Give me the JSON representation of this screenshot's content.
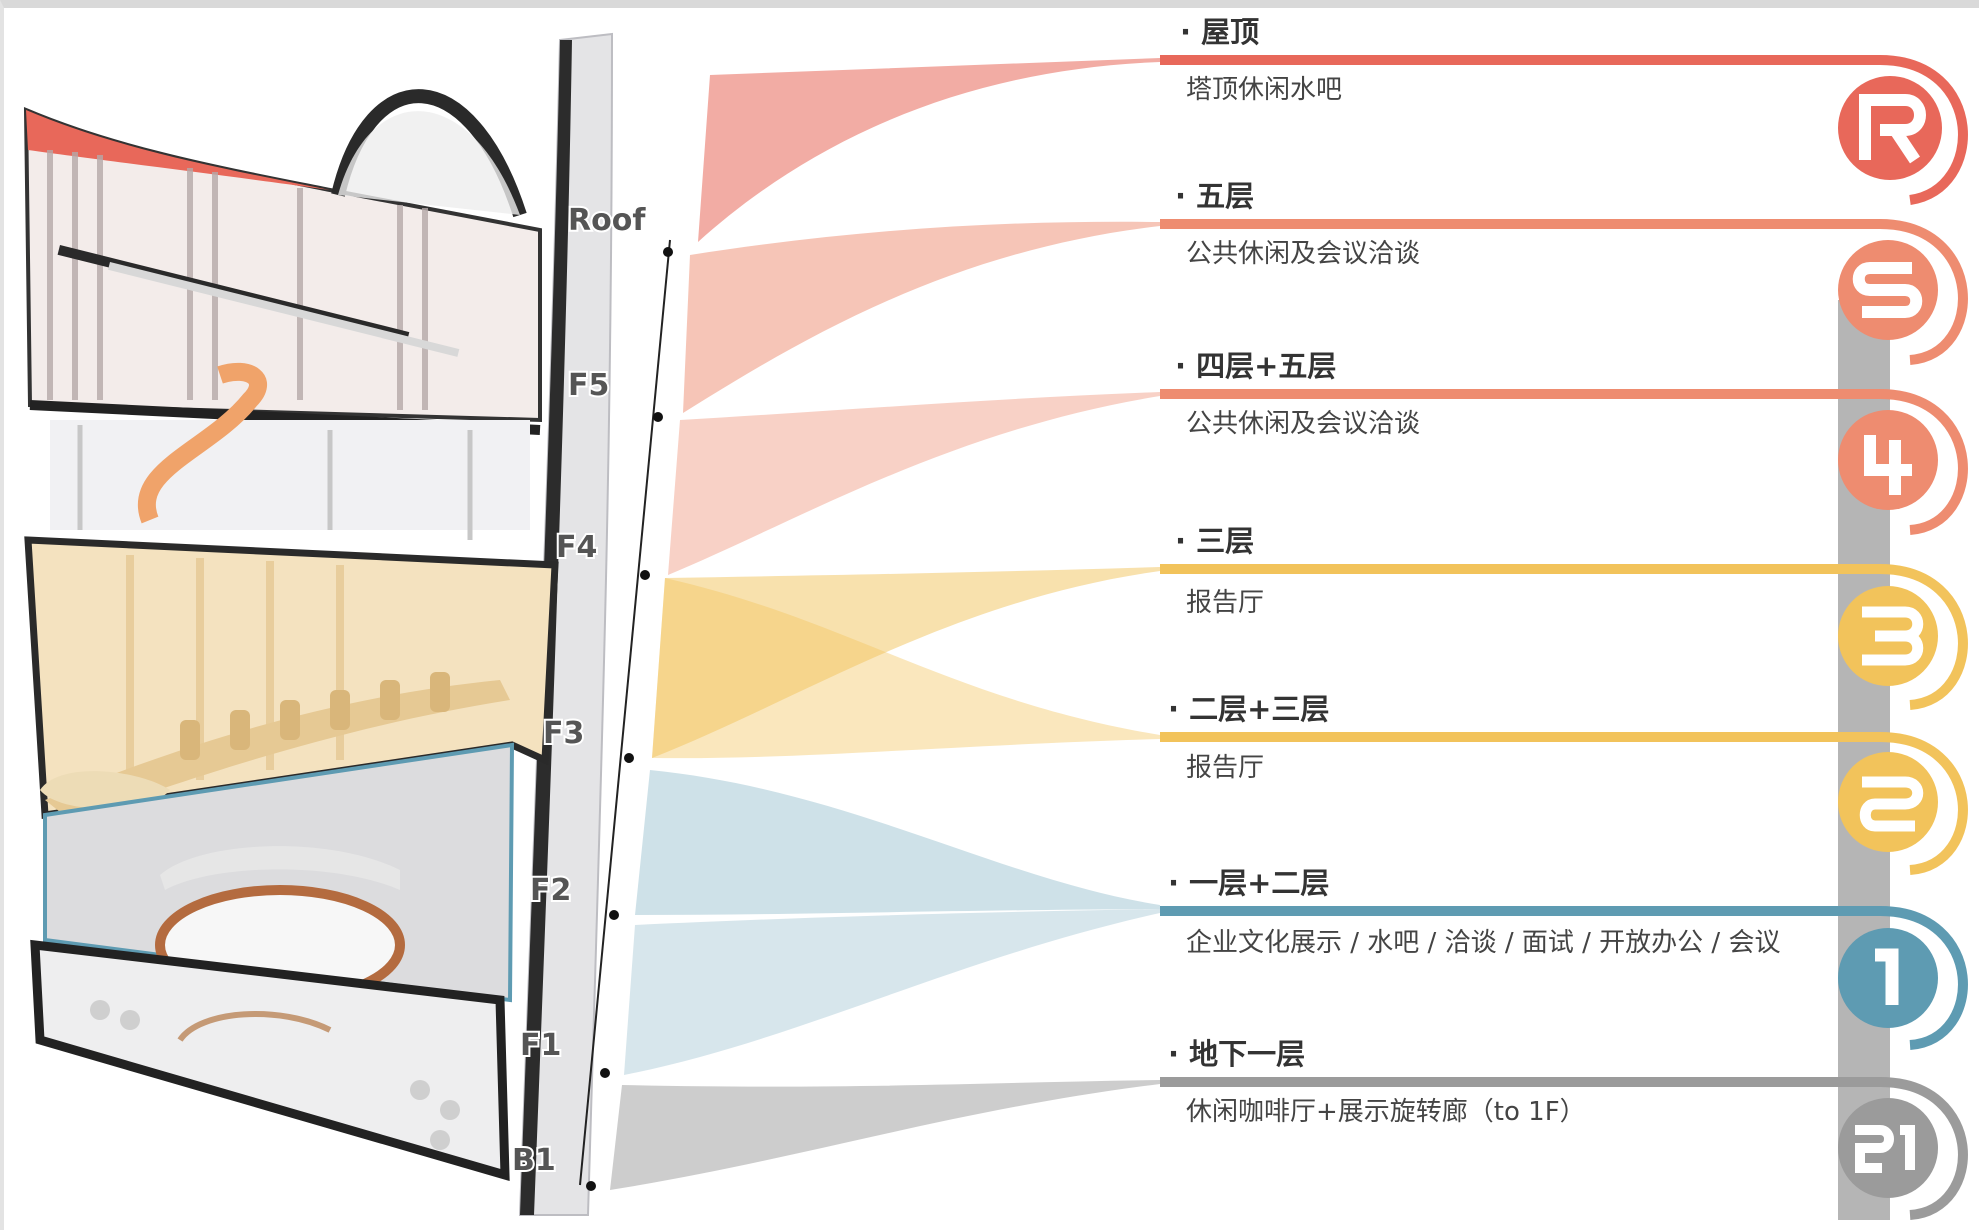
{
  "floors": [
    {
      "id": "roof",
      "label": "Roof"
    },
    {
      "id": "f5",
      "label": "F5"
    },
    {
      "id": "f4",
      "label": "F4"
    },
    {
      "id": "f3",
      "label": "F3"
    },
    {
      "id": "f2",
      "label": "F2"
    },
    {
      "id": "f1",
      "label": "F1"
    },
    {
      "id": "b1",
      "label": "B1"
    }
  ],
  "levels": [
    {
      "title": "· 屋顶",
      "desc": "塔顶休闲水吧",
      "color": "#e8685a",
      "icon": "rooftop-r-icon"
    },
    {
      "title": "· 五层",
      "desc": "公共休闲及会议洽谈",
      "color": "#ee8c70",
      "icon": "floor-5-icon"
    },
    {
      "title": "· 四层+五层",
      "desc": "公共休闲及会议洽谈",
      "color": "#ee8c70",
      "icon": "floor-4-icon"
    },
    {
      "title": "· 三层",
      "desc": "报告厅",
      "color": "#f2c35b",
      "icon": "floor-3-icon"
    },
    {
      "title": "· 二层+三层",
      "desc": "报告厅",
      "color": "#f2c35b",
      "icon": "floor-2-icon"
    },
    {
      "title": "· 一层+二层",
      "desc": "企业文化展示 / 水吧 / 洽谈 / 面试 / 开放办公 / 会议",
      "color": "#5e9bb2",
      "icon": "floor-1-icon"
    },
    {
      "title": "· 地下一层",
      "desc": "休闲咖啡厅+展示旋转廊（to 1F）",
      "color": "#9b9b9b",
      "icon": "basement-b1-icon"
    }
  ],
  "colors": {
    "roof": "#e8685a",
    "upper": "#ee8c70",
    "auditorium": "#f2c35b",
    "lobby": "#5e9bb2",
    "basement": "#9b9b9b",
    "spine": "#a8a8a8"
  }
}
